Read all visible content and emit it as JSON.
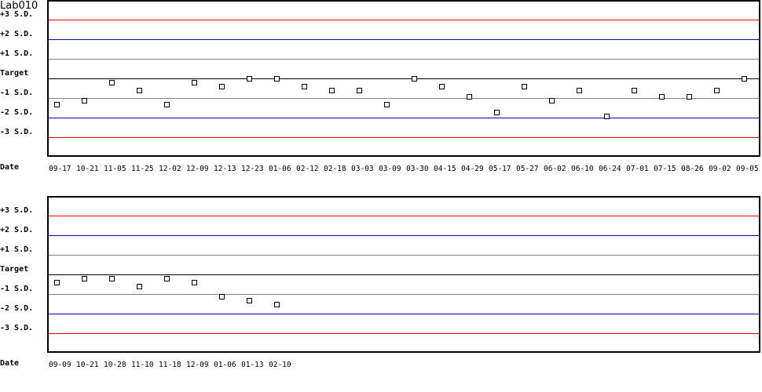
{
  "title": "Lab010",
  "y_labels": [
    "+3 S.D.",
    "+2 S.D.",
    "+1 S.D.",
    "Target",
    "-1 S.D.",
    "-2 S.D.",
    "-3 S.D."
  ],
  "date_label": "Date",
  "colors": {
    "sd3": "#e00000",
    "sd2": "#0000c0",
    "sd1": "#808080",
    "target": "#000000",
    "frame": "#000000"
  },
  "chart_data": [
    {
      "type": "scatter",
      "title": "Lab010",
      "xlabel": "Date",
      "ylabel": "",
      "y_ticks": [
        "+3 S.D.",
        "+2 S.D.",
        "+1 S.D.",
        "Target",
        "-1 S.D.",
        "-2 S.D.",
        "-3 S.D."
      ],
      "ylim": [
        -4,
        4
      ],
      "grid": true,
      "reference_lines": [
        {
          "label": "+3 S.D.",
          "value": 3,
          "color": "#e00000"
        },
        {
          "label": "+2 S.D.",
          "value": 2,
          "color": "#0000c0"
        },
        {
          "label": "+1 S.D.",
          "value": 1,
          "color": "#808080"
        },
        {
          "label": "Target",
          "value": 0,
          "color": "#000000"
        },
        {
          "label": "-1 S.D.",
          "value": -1,
          "color": "#808080"
        },
        {
          "label": "-2 S.D.",
          "value": -2,
          "color": "#0000c0"
        },
        {
          "label": "-3 S.D.",
          "value": -3,
          "color": "#e00000"
        }
      ],
      "categories": [
        "09-17",
        "10-21",
        "11-05",
        "11-25",
        "12-02",
        "12-09",
        "12-13",
        "12-23",
        "01-06",
        "02-12",
        "02-18",
        "03-03",
        "03-09",
        "03-30",
        "04-15",
        "04-29",
        "05-17",
        "05-27",
        "06-02",
        "06-10",
        "06-24",
        "07-01",
        "07-15",
        "08-26",
        "09-02",
        "09-05"
      ],
      "values": [
        -1.3,
        -1.1,
        -0.2,
        -0.6,
        -1.3,
        -0.2,
        -0.4,
        0,
        0,
        -0.4,
        -0.6,
        -0.6,
        -1.3,
        0,
        -0.4,
        -0.9,
        -1.7,
        -0.4,
        -1.1,
        -0.6,
        -1.9,
        -0.6,
        -0.9,
        -0.9,
        -0.6,
        0
      ]
    },
    {
      "type": "scatter",
      "title": "",
      "xlabel": "Date",
      "ylabel": "",
      "y_ticks": [
        "+3 S.D.",
        "+2 S.D.",
        "+1 S.D.",
        "Target",
        "-1 S.D.",
        "-2 S.D.",
        "-3 S.D."
      ],
      "ylim": [
        -4,
        4
      ],
      "grid": true,
      "reference_lines": [
        {
          "label": "+3 S.D.",
          "value": 3,
          "color": "#e00000"
        },
        {
          "label": "+2 S.D.",
          "value": 2,
          "color": "#0000c0"
        },
        {
          "label": "+1 S.D.",
          "value": 1,
          "color": "#808080"
        },
        {
          "label": "Target",
          "value": 0,
          "color": "#000000"
        },
        {
          "label": "-1 S.D.",
          "value": -1,
          "color": "#808080"
        },
        {
          "label": "-2 S.D.",
          "value": -2,
          "color": "#0000c0"
        },
        {
          "label": "-3 S.D.",
          "value": -3,
          "color": "#e00000"
        }
      ],
      "categories": [
        "09-09",
        "10-21",
        "10-28",
        "11-10",
        "11-18",
        "12-09",
        "01-06",
        "01-13",
        "02-10"
      ],
      "values": [
        -0.4,
        -0.2,
        -0.2,
        -0.6,
        -0.2,
        -0.4,
        -1.1,
        -1.3,
        -1.5
      ]
    }
  ]
}
